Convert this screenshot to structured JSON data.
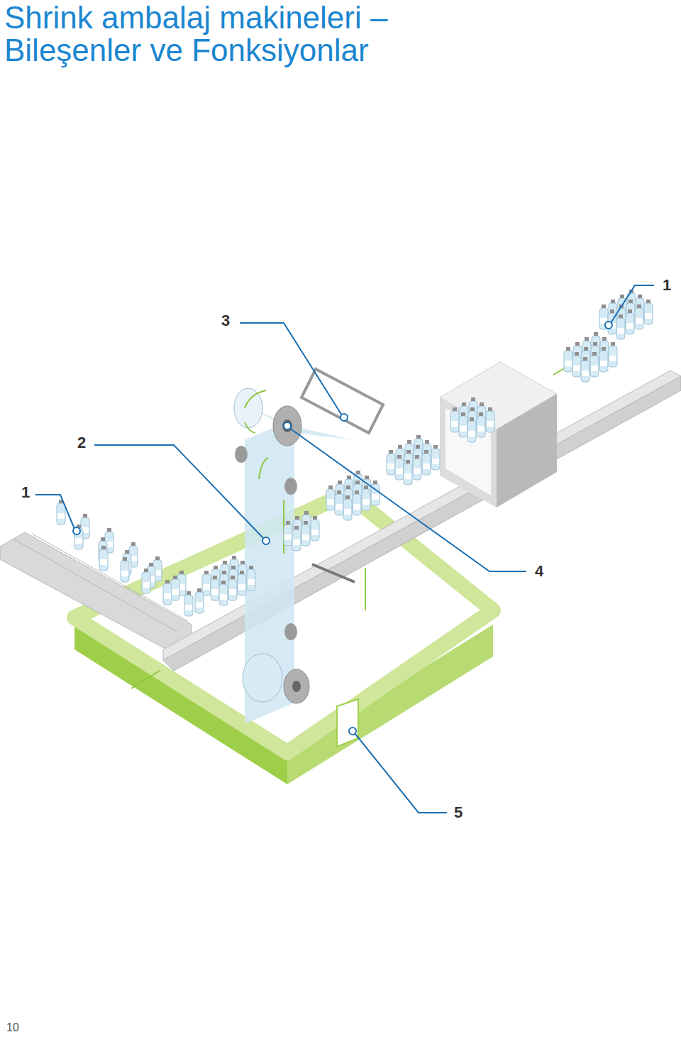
{
  "diagram": {
    "title": "Shrink ambalaj makineleri – Bileşenler ve Fonksiyonlar",
    "labels": [
      "1",
      "3",
      "2",
      "1",
      "4",
      "5",
      "10"
    ]
  }
}
